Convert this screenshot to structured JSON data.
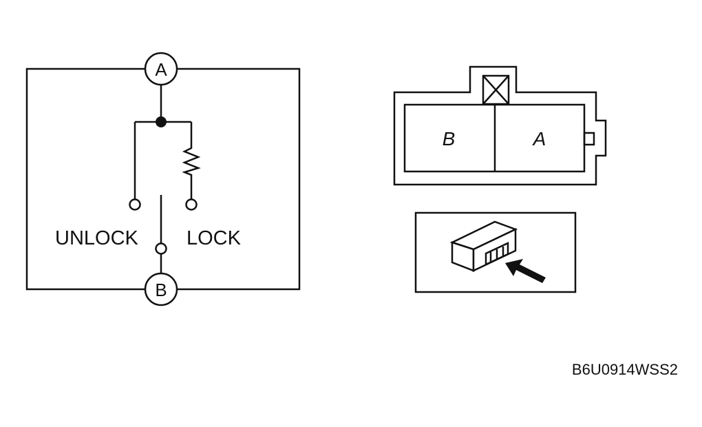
{
  "schematic": {
    "terminal_a": "A",
    "terminal_b": "B",
    "unlock_label": "UNLOCK",
    "lock_label": "LOCK"
  },
  "connector": {
    "cavity_b": "B",
    "cavity_a": "A"
  },
  "figure_code": "B6U0914WSS2",
  "colors": {
    "line": "#111111",
    "background": "#ffffff"
  }
}
